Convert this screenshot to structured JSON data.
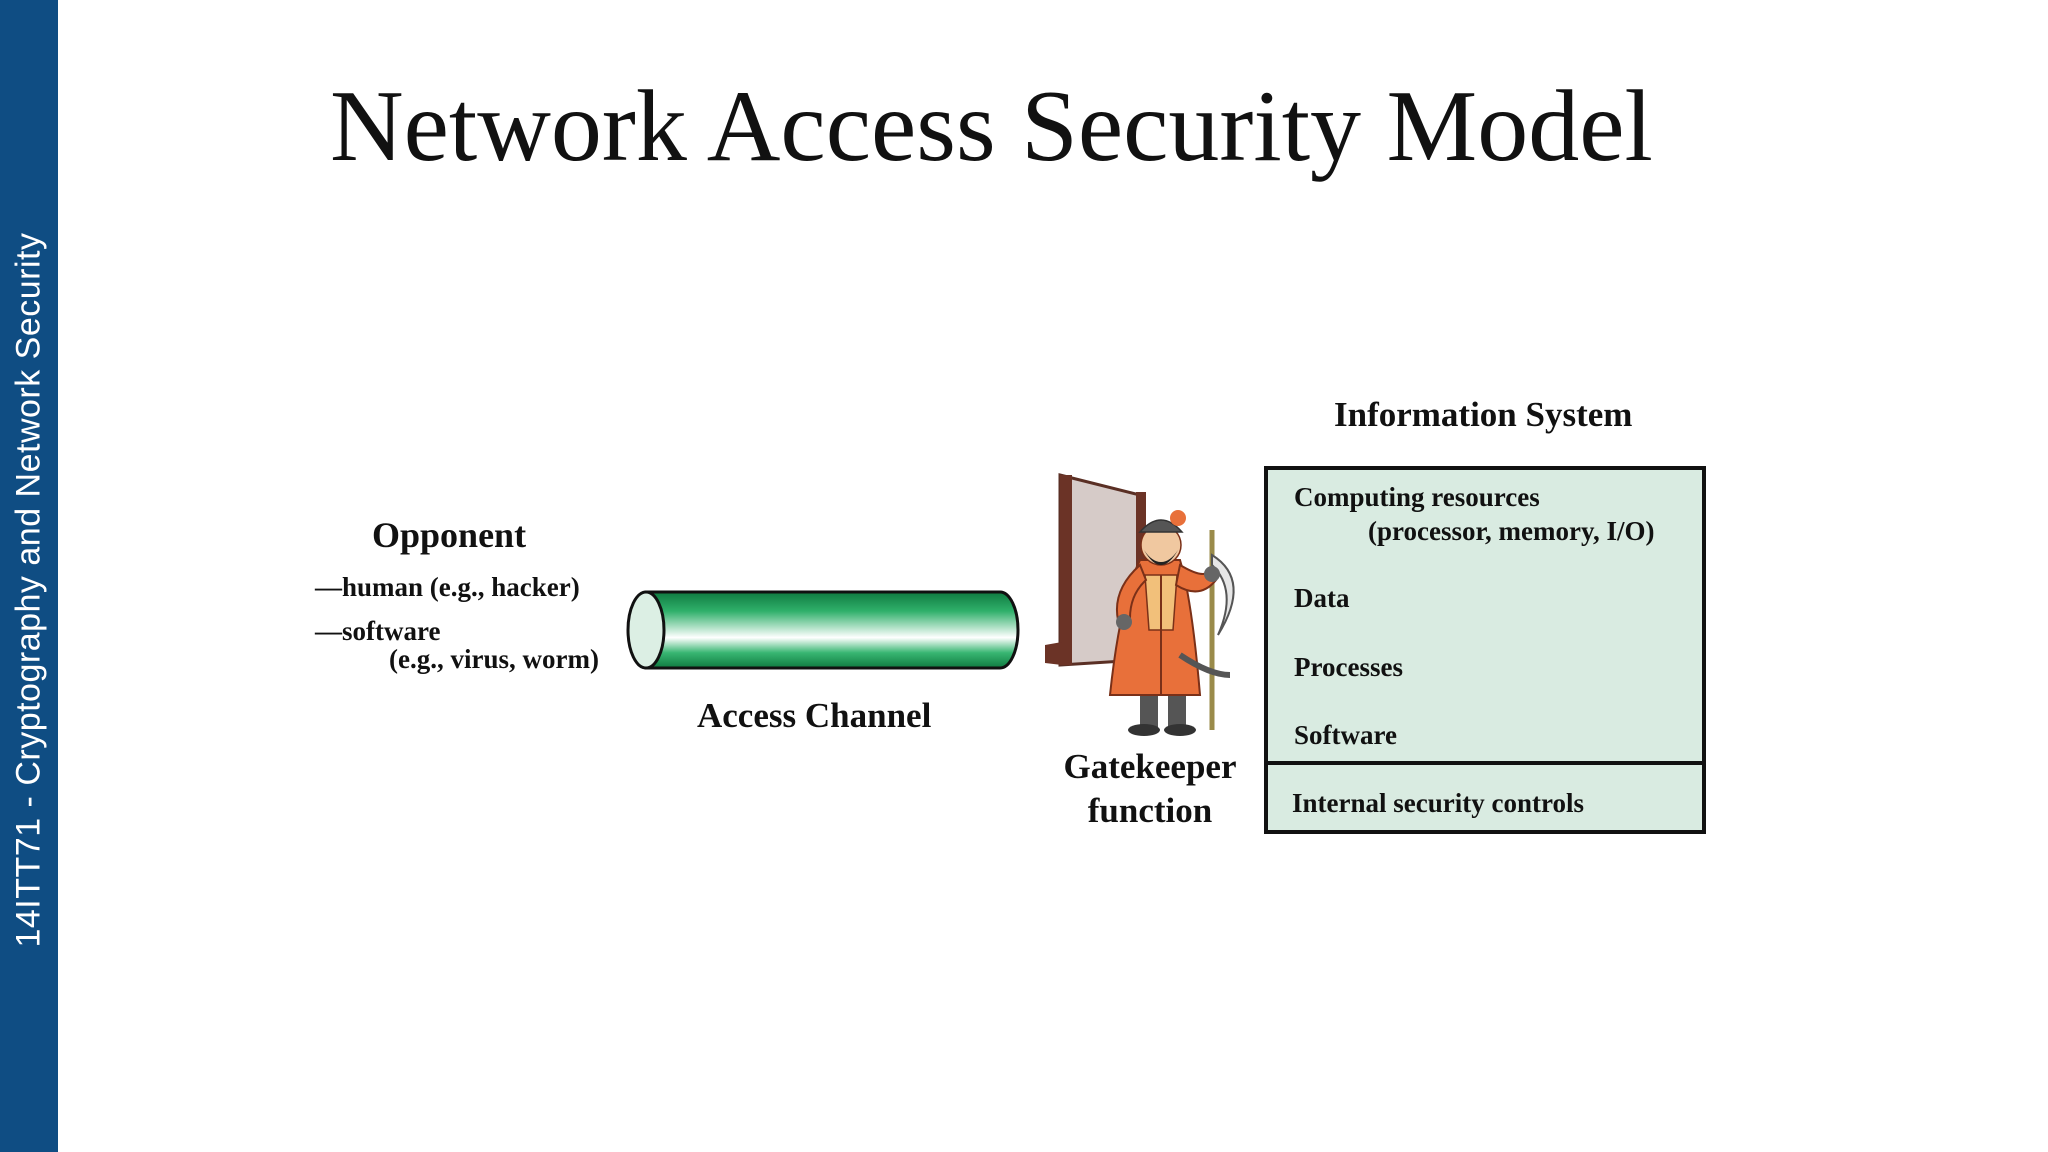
{
  "sidebar": {
    "course_label": "14ITT71  - Cryptography and Network Security"
  },
  "slide": {
    "title": "Network Access Security Model"
  },
  "opponent": {
    "title": "Opponent",
    "line1": "—human (e.g., hacker)",
    "line2": "—software",
    "line3": "(e.g., virus, worm)"
  },
  "access_channel": {
    "label": "Access Channel"
  },
  "gatekeeper": {
    "line1": "Gatekeeper",
    "line2": "function"
  },
  "information_system": {
    "title": "Information System",
    "computing_resources": "Computing resources",
    "computing_resources_detail": "(processor, memory, I/O)",
    "data": "Data",
    "processes": "Processes",
    "software": "Software",
    "internal_controls": "Internal security controls"
  },
  "colors": {
    "sidebar": "#0f4d83",
    "channel_green": "#1f9e5a",
    "box_fill": "#d9ebe1",
    "gatekeeper_coat": "#e8703a"
  }
}
